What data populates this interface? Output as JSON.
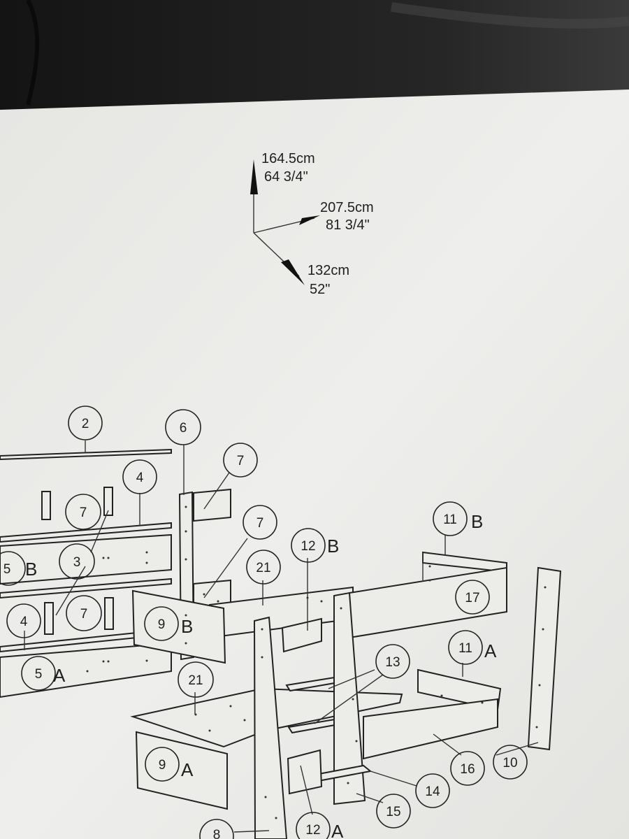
{
  "dimensions": {
    "height": {
      "metric": "164.5cm",
      "imperial": "64 3/4\""
    },
    "length": {
      "metric": "207.5cm",
      "imperial": "81 3/4\""
    },
    "depth": {
      "metric": "132cm",
      "imperial": "52\""
    }
  },
  "callouts": {
    "c2": "2",
    "c6": "6",
    "c7a": "7",
    "c4a": "4",
    "c7b": "7",
    "c7c": "7",
    "c3": "3",
    "c5b": "5",
    "c12b": "12",
    "c11b": "11",
    "c21a": "21",
    "c17": "17",
    "c4b": "4",
    "c7d": "7",
    "c9b": "9",
    "c5a": "5",
    "c11a": "11",
    "c13": "13",
    "c21b": "21",
    "c9a": "9",
    "c16": "16",
    "c10": "10",
    "c14": "14",
    "c15": "15",
    "c8": "8",
    "c12a": "12"
  },
  "variant_letters": {
    "v5b": "B",
    "v12b": "B",
    "v11b": "B",
    "v9b": "B",
    "v5a": "A",
    "v11a": "A",
    "v9a": "A",
    "v12a": "A"
  },
  "colors": {
    "paper": "#ecece9",
    "ink": "#222222",
    "background": "#1e1e1e"
  }
}
